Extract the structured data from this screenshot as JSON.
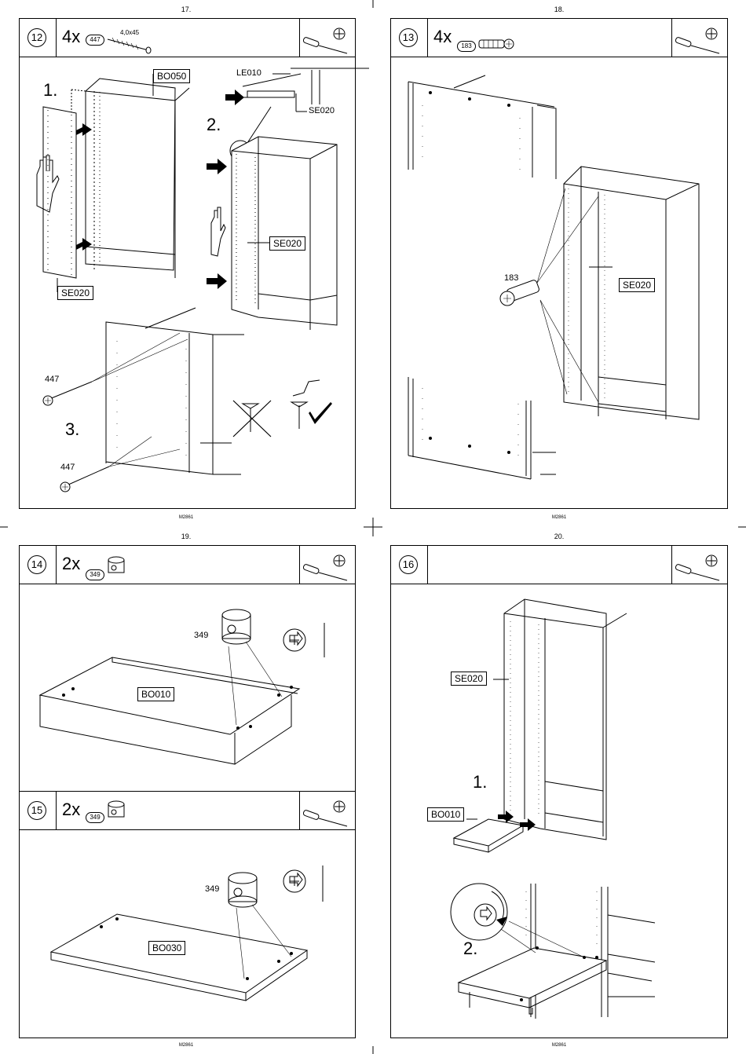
{
  "page_numbers": [
    "17.",
    "18.",
    "19.",
    "20."
  ],
  "footer_code": "M2861",
  "steps": [
    {
      "number": "12",
      "qty": "4x",
      "part": "447",
      "spec": "4,0x45"
    },
    {
      "number": "13",
      "qty": "4x",
      "part": "183"
    },
    {
      "number": "14",
      "qty": "2x",
      "part": "349"
    },
    {
      "number": "15",
      "qty": "2x",
      "part": "349"
    },
    {
      "number": "16"
    }
  ],
  "labels": {
    "bo050": "BO050",
    "le010": "LE010",
    "se020": "SE020",
    "bo010": "BO010",
    "bo030": "BO030",
    "p447": "447",
    "p183": "183",
    "p349": "349"
  },
  "substeps": {
    "one": "1.",
    "two": "2.",
    "three": "3."
  },
  "icons": [
    "screwdriver-icon",
    "phillips-head-icon",
    "check-icon",
    "cross-icon",
    "hand-icon",
    "push-arrow-icon"
  ]
}
